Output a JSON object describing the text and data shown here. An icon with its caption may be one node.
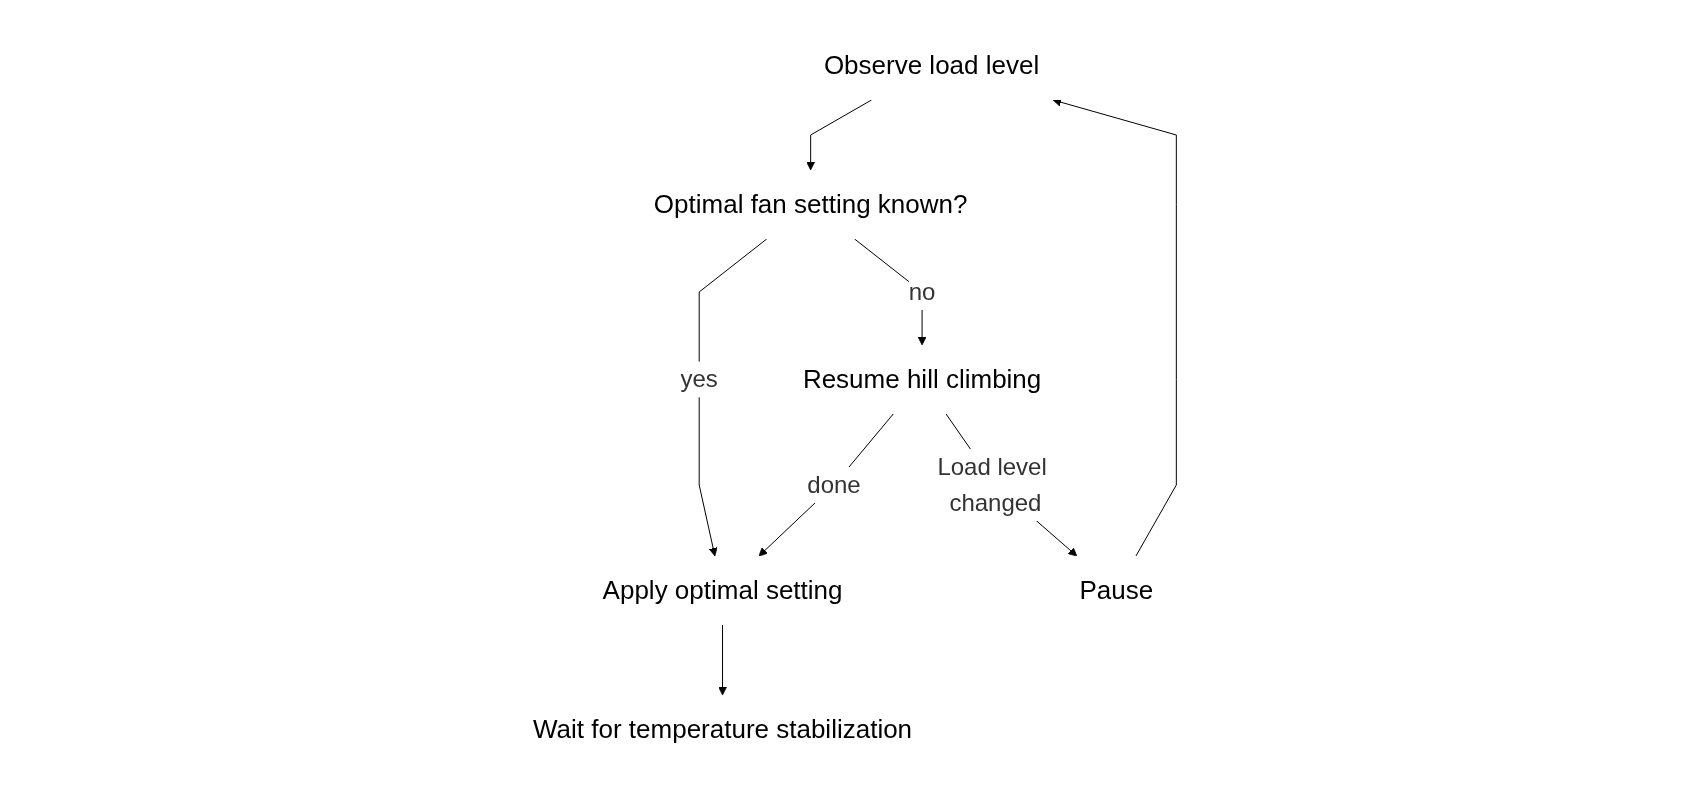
{
  "diagram": {
    "nodes": [
      {
        "text": [
          "Observe load level"
        ]
      },
      {
        "text": [
          "Optimal fan setting known?"
        ]
      },
      {
        "text": [
          "Apply optimal setting"
        ]
      },
      {
        "text": [
          "Wait for temperature stabilization"
        ]
      },
      {
        "text": [
          "Resume hill climbing"
        ]
      },
      {
        "text": [
          "Pause"
        ]
      }
    ],
    "edges": [
      {
        "from": 0,
        "to": 1,
        "arrow": "to"
      },
      {
        "from": 1,
        "to": 2,
        "arrow": "to",
        "label": "yes"
      },
      {
        "from": 1,
        "to": 4,
        "arrow": "to",
        "label": "no"
      },
      {
        "from": 4,
        "to": 2,
        "arrow": "to",
        "label": "done"
      },
      {
        "from": 4,
        "to": 5,
        "arrow": "to",
        "label": "Load level changed"
      },
      {
        "from": 5,
        "to": 0,
        "arrow": "to"
      },
      {
        "from": 2,
        "to": 3,
        "arrow": "to"
      }
    ]
  }
}
